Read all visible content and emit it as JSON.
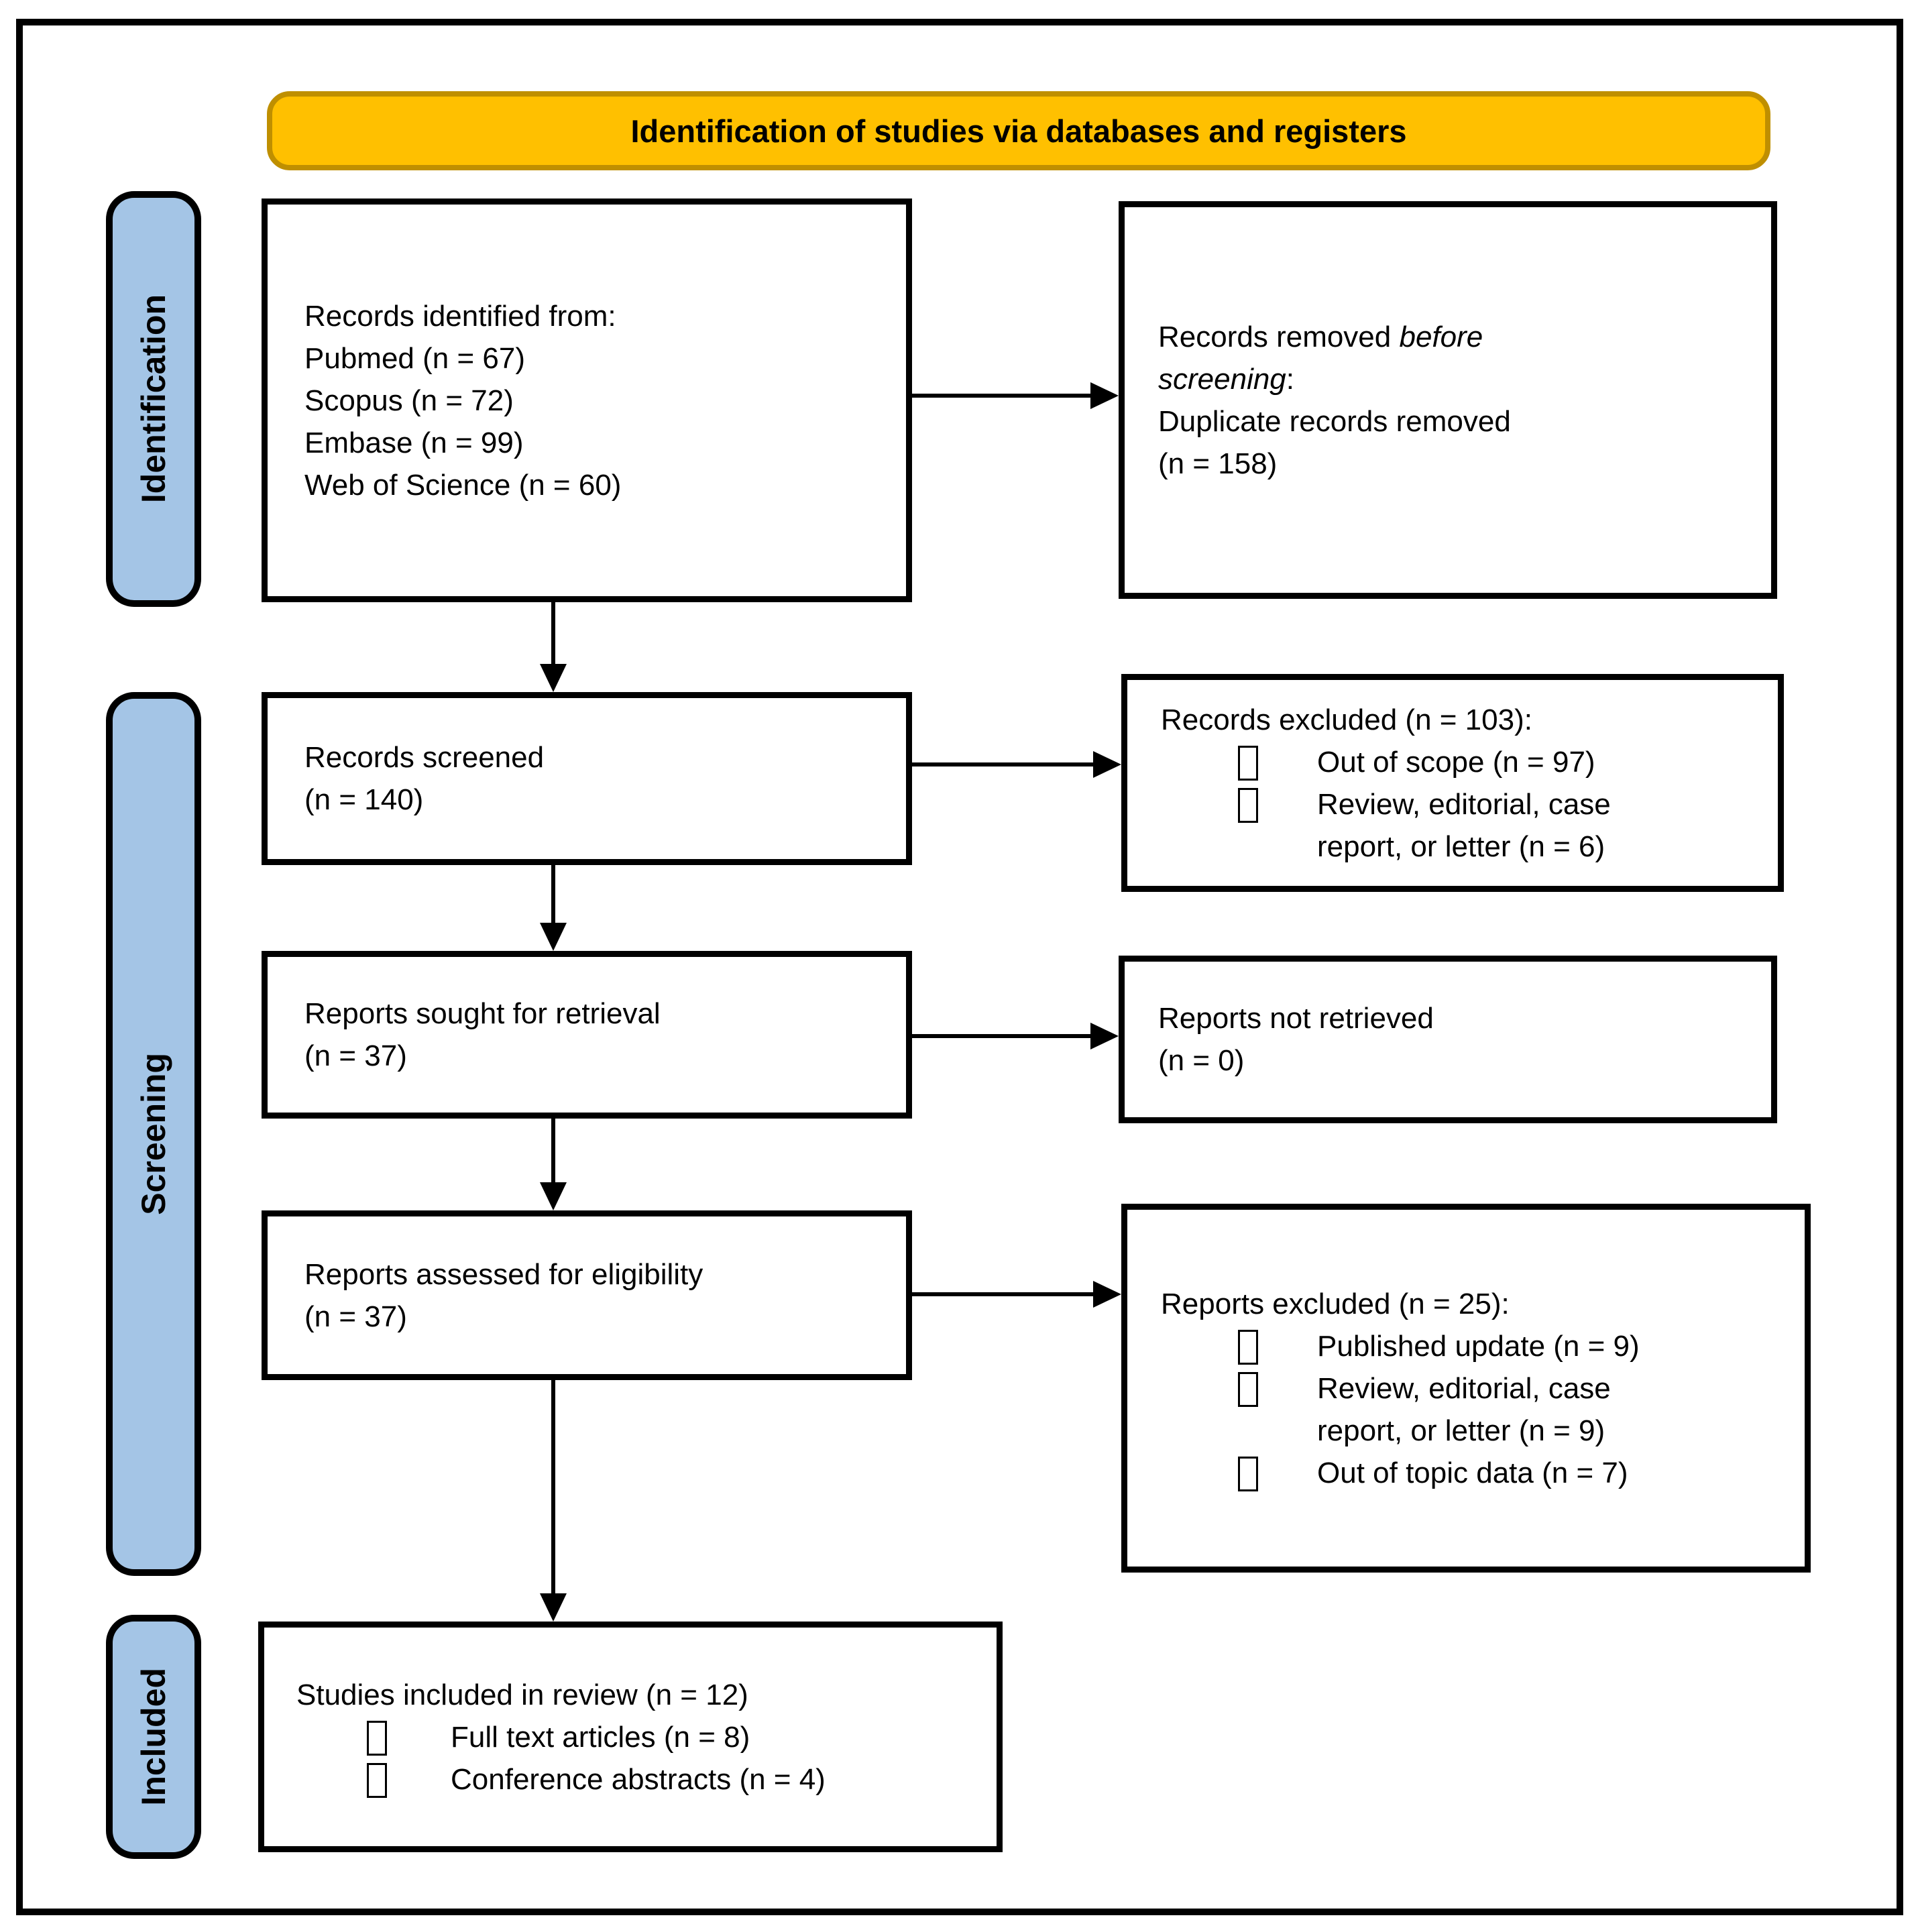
{
  "banner": {
    "title": "Identification of studies via databases and registers"
  },
  "stages": {
    "identification": "Identification",
    "screening": "Screening",
    "included": "Included"
  },
  "colors": {
    "banner_fill": "#FFC000",
    "banner_border": "#BF8F00",
    "stage_fill": "#A4C5E6",
    "line": "#000000"
  },
  "boxes": {
    "records_identified": {
      "title": "Records identified from:",
      "items": "Pubmed (n = 67)\nScopus (n = 72)\nEmbase (n = 99)\nWeb of Science (n = 60)"
    },
    "records_removed": {
      "prefix": "Records removed ",
      "italic": "before\nscreening",
      "suffix": ":",
      "items": "Duplicate records removed\n(n = 158)"
    },
    "records_screened": {
      "text": "Records screened\n(n = 140)"
    },
    "records_excluded": {
      "title": "Records excluded (n = 103):",
      "bullets": [
        {
          "text": "Out of scope (n = 97)"
        },
        {
          "text": "Review, editorial, case\nreport, or letter (n = 6)"
        }
      ]
    },
    "reports_sought": {
      "text": "Reports sought for retrieval\n(n = 37)"
    },
    "reports_not_retrieved": {
      "text": "Reports not retrieved\n(n = 0)"
    },
    "reports_assessed": {
      "text": "Reports assessed for eligibility\n(n = 37)"
    },
    "reports_excluded": {
      "title": "Reports excluded (n = 25):",
      "bullets": [
        {
          "text": "Published update (n = 9)"
        },
        {
          "text": "Review, editorial, case\nreport, or letter (n = 9)"
        },
        {
          "text": "Out of topic data (n = 7)"
        }
      ]
    },
    "studies_included": {
      "title": "Studies included in review (n = 12)",
      "bullets": [
        {
          "text": "Full text articles (n = 8)"
        },
        {
          "text": "Conference abstracts (n = 4)"
        }
      ]
    }
  }
}
